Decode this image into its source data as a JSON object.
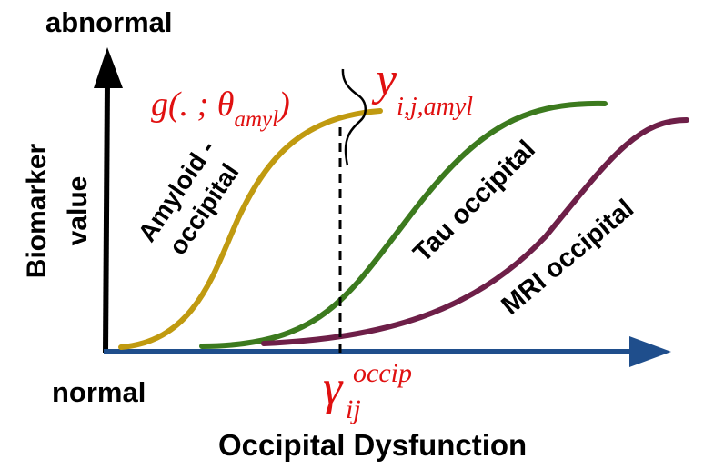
{
  "labels": {
    "y_top": "abnormal",
    "y_bottom": "normal",
    "y_axis_line1": "Biomarker",
    "y_axis_line2": "value",
    "x_axis": "Occipital Dysfunction"
  },
  "curves": {
    "amyloid": {
      "line1": "Amyloid -",
      "line2": "occipital",
      "color": "#C09A10"
    },
    "tau": {
      "label": "Tau occipital",
      "color": "#3C7A1E"
    },
    "mri": {
      "label": "MRI occipital",
      "color": "#6E1F48"
    }
  },
  "math": {
    "g_prefix": "g(. ; θ",
    "g_sub": "amyl",
    "g_suffix": ")",
    "y_main": "y",
    "y_sub": "i,j,amyl",
    "gamma_main": "γ",
    "gamma_sup": "occip",
    "gamma_sub": "ij",
    "color": "#E01010"
  },
  "colors": {
    "y_axis": "#000000",
    "x_axis": "#1F4E8C"
  }
}
